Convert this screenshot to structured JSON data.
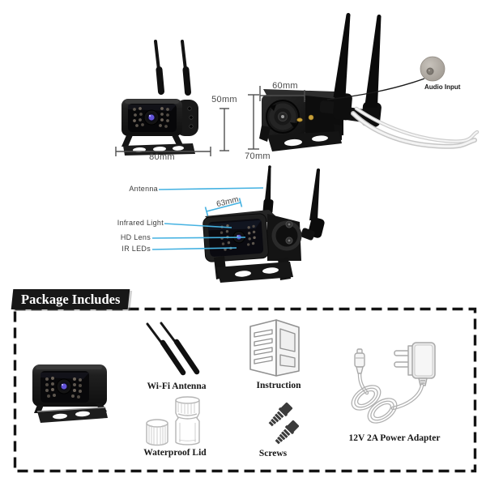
{
  "colors": {
    "leader_line": "#45b2e2",
    "dimension_line": "#4f4f4f",
    "banner_bg": "#171717",
    "banner_fg": "#ffffff",
    "camera_body": "#1a1a1a",
    "lens_iris": "#6253d8",
    "lineart_gray": "#a8a8a8"
  },
  "front_view": {
    "height_label": "50mm",
    "width_label": "80mm"
  },
  "rear_view": {
    "width_label": "60mm",
    "height_label": "70mm",
    "audio_label": "Audio Input"
  },
  "detail_view": {
    "antenna_label": "Antenna",
    "size_label": "63mm",
    "infrared_label": "Infrared Light",
    "lens_label": "HD Lens",
    "leds_label": "IR LEDs"
  },
  "package": {
    "title": "Package Includes",
    "wifi_antenna_label": "Wi-Fi Antenna",
    "instruction_label": "Instruction",
    "waterproof_lid_label": "Waterproof Lid",
    "screws_label": "Screws",
    "power_adapter_label": "12V 2A Power Adapter"
  }
}
